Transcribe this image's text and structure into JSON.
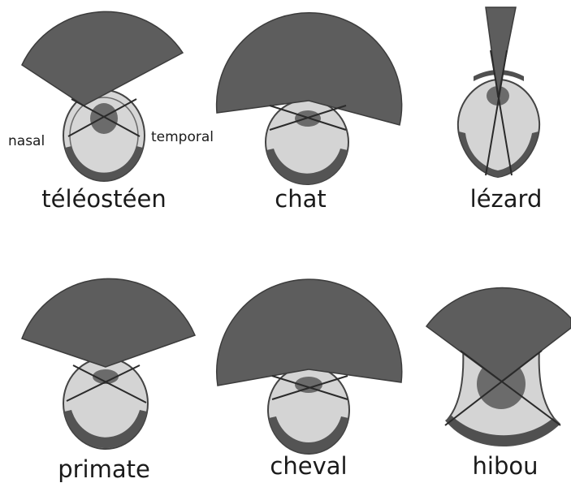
{
  "colors": {
    "fan": "#5d5d5d",
    "fan_stroke": "#3c3c3c",
    "eyeball": "#d4d4d4",
    "retina": "#545454",
    "lens": "#6b6b6b",
    "cornea": "#505050",
    "line": "#2a2a2a"
  },
  "eyes": [
    {
      "id": "teleosteen",
      "label": "téléostéen",
      "side_labels": {
        "nasal": "nasal",
        "temporal": "temporal"
      }
    },
    {
      "id": "chat",
      "label": "chat"
    },
    {
      "id": "lezard",
      "label": "lézard"
    },
    {
      "id": "primate",
      "label": "primate"
    },
    {
      "id": "cheval",
      "label": "cheval"
    },
    {
      "id": "hibou",
      "label": "hibou"
    }
  ]
}
